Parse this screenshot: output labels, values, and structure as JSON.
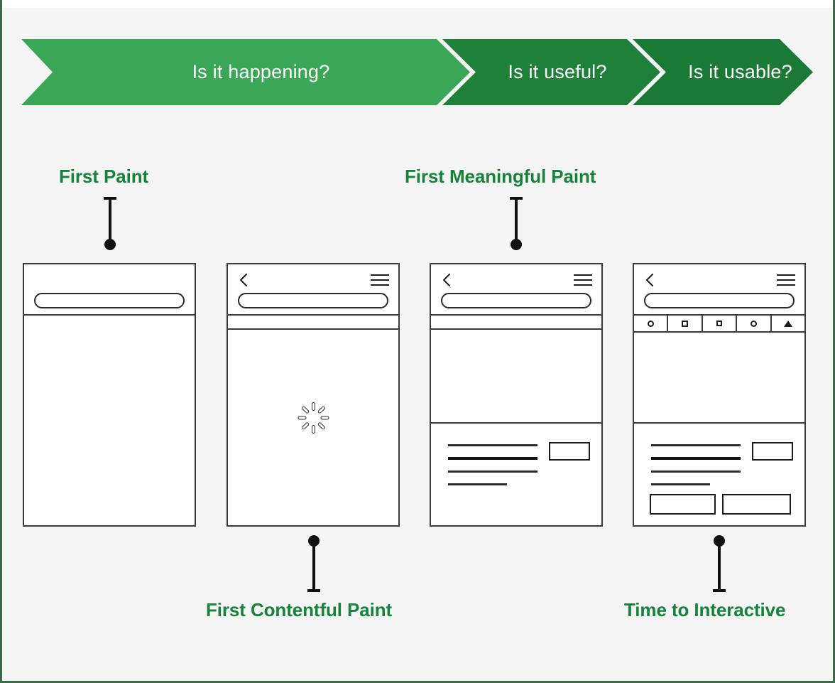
{
  "page": {
    "background_color": "#f4f4f4",
    "border_color": "#3d6b47",
    "accent_green": "#16833b"
  },
  "banner": {
    "segments": [
      {
        "label": "Is it happening?",
        "color": "#3aa757"
      },
      {
        "label": "Is it useful?",
        "color": "#1e8039"
      },
      {
        "label": "Is it usable?",
        "color": "#1a7a35"
      }
    ]
  },
  "metrics": [
    {
      "id": "first-paint",
      "label": "First Paint",
      "position": "above",
      "phone": 1
    },
    {
      "id": "first-contentful-paint",
      "label": "First Contentful Paint",
      "position": "below",
      "phone": 2
    },
    {
      "id": "first-meaningful-paint",
      "label": "First Meaningful Paint",
      "position": "above",
      "phone": 3
    },
    {
      "id": "time-to-interactive",
      "label": "Time to Interactive",
      "position": "below",
      "phone": 4
    }
  ],
  "phones": [
    {
      "id": "phone-first-paint",
      "has_back": false,
      "has_menu": false,
      "has_url_pill": true,
      "has_thin_band": false,
      "has_toolbar": false,
      "has_spinner": false,
      "has_content": false,
      "has_cta_buttons": false
    },
    {
      "id": "phone-first-contentful-paint",
      "has_back": true,
      "has_menu": true,
      "has_url_pill": true,
      "has_thin_band": true,
      "has_toolbar": false,
      "has_spinner": true,
      "has_content": false,
      "has_cta_buttons": false
    },
    {
      "id": "phone-first-meaningful-paint",
      "has_back": true,
      "has_menu": true,
      "has_url_pill": true,
      "has_thin_band": true,
      "has_toolbar": false,
      "has_spinner": false,
      "has_content": true,
      "has_cta_buttons": false
    },
    {
      "id": "phone-time-to-interactive",
      "has_back": true,
      "has_menu": true,
      "has_url_pill": true,
      "has_thin_band": false,
      "has_toolbar": true,
      "has_spinner": false,
      "has_content": true,
      "has_cta_buttons": true
    }
  ],
  "toolbar_icons": [
    "circle-icon",
    "square-icon",
    "square-icon",
    "circle-icon",
    "triangle-icon"
  ],
  "icons": {
    "back": "back-chevron-icon",
    "menu": "hamburger-menu-icon",
    "spinner": "loading-spinner-icon"
  }
}
